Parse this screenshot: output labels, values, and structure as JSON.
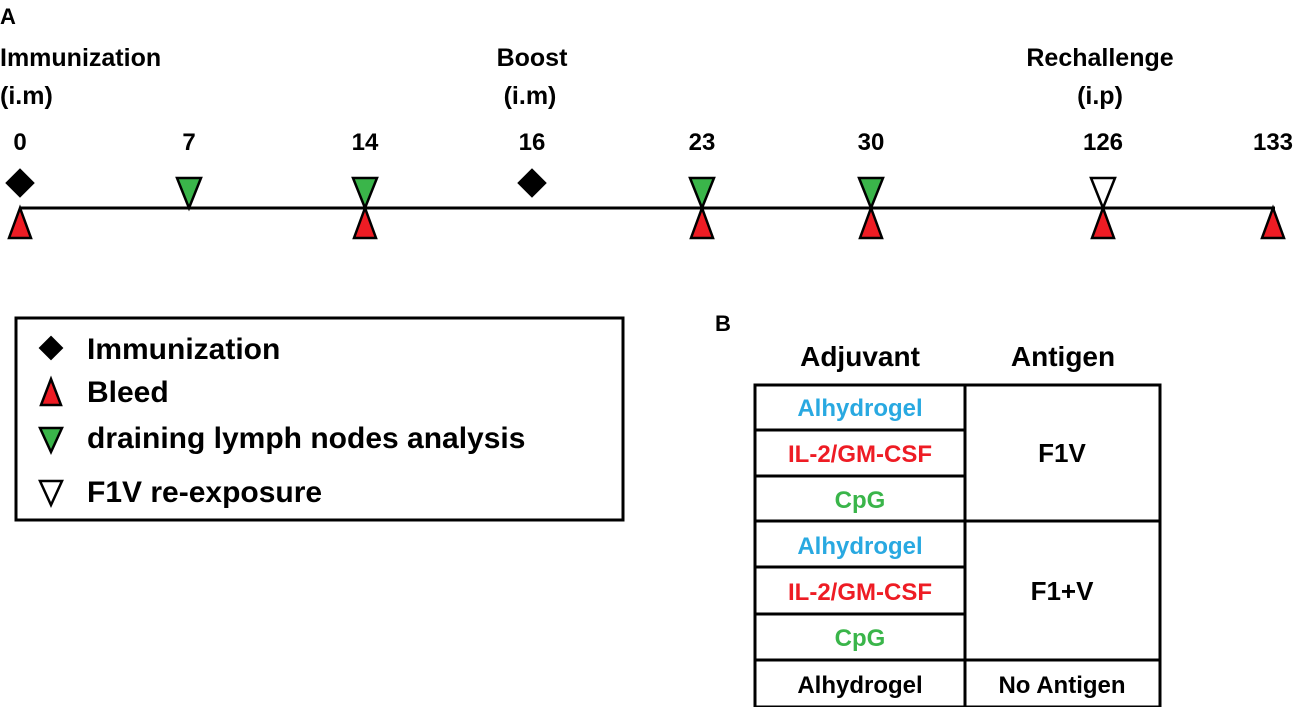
{
  "panel_a": {
    "label": "A",
    "events": [
      {
        "line1": "Immunization",
        "line2": "(i.m)"
      },
      {
        "line1": "Boost",
        "line2": "(i.m)"
      },
      {
        "line1": "Rechallenge",
        "line2": "(i.p)"
      }
    ],
    "timepoints": [
      {
        "day": "0",
        "markers": [
          "immunization",
          "bleed"
        ]
      },
      {
        "day": "7",
        "markers": [
          "lymph"
        ]
      },
      {
        "day": "14",
        "markers": [
          "lymph",
          "bleed"
        ]
      },
      {
        "day": "16",
        "markers": [
          "immunization"
        ]
      },
      {
        "day": "23",
        "markers": [
          "lymph",
          "bleed"
        ]
      },
      {
        "day": "30",
        "markers": [
          "lymph",
          "bleed"
        ]
      },
      {
        "day": "126",
        "markers": [
          "reexposure",
          "bleed"
        ]
      },
      {
        "day": "133",
        "markers": [
          "bleed"
        ]
      }
    ]
  },
  "legend": {
    "items": [
      {
        "key": "immunization",
        "label": "Immunization"
      },
      {
        "key": "bleed",
        "label": "Bleed"
      },
      {
        "key": "lymph",
        "label": "draining lymph nodes analysis"
      },
      {
        "key": "reexposure",
        "label": "F1V re-exposure"
      }
    ]
  },
  "panel_b": {
    "label": "B",
    "header_adjuvant": "Adjuvant",
    "header_antigen": "Antigen",
    "groups": [
      {
        "antigen": "F1V",
        "adjuvants": [
          {
            "name": "Alhydrogel",
            "color": "#29a9e1"
          },
          {
            "name": "IL-2/GM-CSF",
            "color": "#ee1c24"
          },
          {
            "name": "CpG",
            "color": "#3ab54a"
          }
        ]
      },
      {
        "antigen": "F1+V",
        "adjuvants": [
          {
            "name": "Alhydrogel",
            "color": "#29a9e1"
          },
          {
            "name": "IL-2/GM-CSF",
            "color": "#ee1c24"
          },
          {
            "name": "CpG",
            "color": "#3ab54a"
          }
        ]
      },
      {
        "antigen": "No Antigen",
        "adjuvants": [
          {
            "name": "Alhydrogel",
            "color": "#000000"
          }
        ]
      }
    ]
  },
  "colors": {
    "immunization": "#000000",
    "bleed": "#ee1c24",
    "lymph": "#3ab54a",
    "reexposure": "#ffffff",
    "outline": "#000000"
  }
}
